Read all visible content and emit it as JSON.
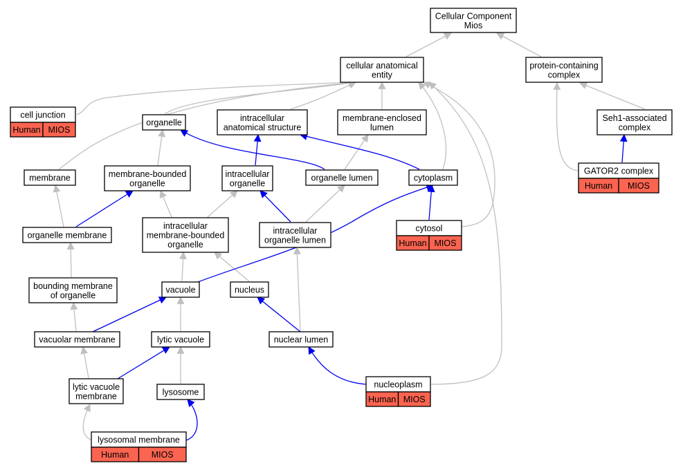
{
  "colors": {
    "is_a_edge": "#c0c0c0",
    "part_of_edge": "#0000ee",
    "annotation_fill": "#fa6450",
    "node_fill": "#ffffff",
    "border": "#000000"
  },
  "nodes": {
    "root": [
      "Cellular Component",
      "Mios"
    ],
    "cae": [
      "cellular anatomical",
      "entity"
    ],
    "pcc": [
      "protein-containing",
      "complex"
    ],
    "cj": [
      "cell junction"
    ],
    "org": [
      "organelle"
    ],
    "ias": [
      "intracellular",
      "anatomical structure"
    ],
    "mel": [
      "membrane-enclosed",
      "lumen"
    ],
    "seh": [
      "Seh1-associated",
      "complex"
    ],
    "mem": [
      "membrane"
    ],
    "mbo": [
      "membrane-bounded",
      "organelle"
    ],
    "io": [
      "intracellular",
      "organelle"
    ],
    "ol": [
      "organelle lumen"
    ],
    "cyto": [
      "cytoplasm"
    ],
    "gat": [
      "GATOR2 complex"
    ],
    "om": [
      "organelle membrane"
    ],
    "imbo": [
      "intracellular",
      "membrane-bounded",
      "organelle"
    ],
    "iol": [
      "intracellular",
      "organelle lumen"
    ],
    "cytosol": [
      "cytosol"
    ],
    "bmo": [
      "bounding membrane",
      "of organelle"
    ],
    "vac": [
      "vacuole"
    ],
    "nuc": [
      "nucleus"
    ],
    "vm": [
      "vacuolar membrane"
    ],
    "lv": [
      "lytic vacuole"
    ],
    "nl": [
      "nuclear lumen"
    ],
    "np": [
      "nucleoplasm"
    ],
    "lvm": [
      "lytic vacuole",
      "membrane"
    ],
    "lys": [
      "lysosome"
    ],
    "lm": [
      "lysosomal membrane"
    ]
  },
  "annotations": {
    "cj": [
      "Human",
      "MIOS"
    ],
    "gat": [
      "Human",
      "MIOS"
    ],
    "cytosol": [
      "Human",
      "MIOS"
    ],
    "np": [
      "Human",
      "MIOS"
    ],
    "lm": [
      "Human",
      "MIOS"
    ]
  }
}
